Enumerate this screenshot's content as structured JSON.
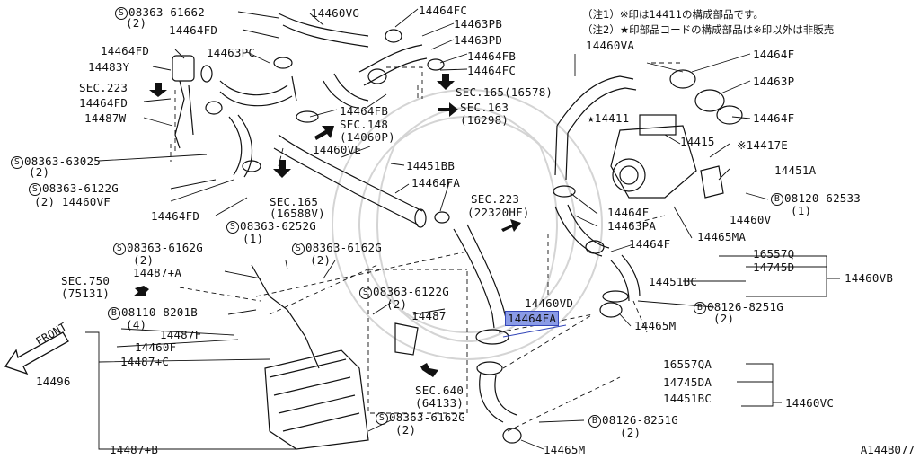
{
  "notes": {
    "note1": "（注1）※印は14411の構成部品です。",
    "note2": "（注2）★印部品コードの構成部品は※印以外は非販売"
  },
  "diagram_code": "A144B077",
  "front_label": "FRONT",
  "highlighted_part": "14464FA",
  "labels": [
    {
      "id": "s08363-61662",
      "text": "08363-61662",
      "prefix": "S"
    },
    {
      "id": "s08363-61662-qty",
      "text": "(2)"
    },
    {
      "id": "14460VG",
      "text": "14460VG"
    },
    {
      "id": "14464FC-top",
      "text": "14464FC"
    },
    {
      "id": "14463PB",
      "text": "14463PB"
    },
    {
      "id": "14463PD",
      "text": "14463PD"
    },
    {
      "id": "14464FD-top",
      "text": "14464FD"
    },
    {
      "id": "14464FD-left",
      "text": "14464FD"
    },
    {
      "id": "14483Y",
      "text": "14483Y"
    },
    {
      "id": "14463PC",
      "text": "14463PC"
    },
    {
      "id": "14464FB-r",
      "text": "14464FB"
    },
    {
      "id": "14464FC-r",
      "text": "14464FC"
    },
    {
      "id": "sec223-left",
      "text": "SEC.223"
    },
    {
      "id": "sec165-a",
      "text": "SEC.165(16578)"
    },
    {
      "id": "14464FD-mid",
      "text": "14464FD"
    },
    {
      "id": "sec163",
      "text": "SEC.163"
    },
    {
      "id": "sec163-code",
      "text": "(16298)"
    },
    {
      "id": "14487W",
      "text": "14487W"
    },
    {
      "id": "14464FB-mid",
      "text": "14464FB"
    },
    {
      "id": "sec148",
      "text": "SEC.148"
    },
    {
      "id": "sec148-code",
      "text": "(14060P)"
    },
    {
      "id": "14460VE",
      "text": "14460VE"
    },
    {
      "id": "s08363-63025",
      "text": "08363-63025",
      "prefix": "S"
    },
    {
      "id": "s08363-63025-qty",
      "text": "(2)"
    },
    {
      "id": "14451BB",
      "text": "14451BB"
    },
    {
      "id": "s08363-6122G-l",
      "text": "08363-6122G",
      "prefix": "S"
    },
    {
      "id": "14460VF",
      "text": "(2) 14460VF"
    },
    {
      "id": "sec165-b",
      "text": "SEC.165"
    },
    {
      "id": "sec165-b-code",
      "text": "(16588V)"
    },
    {
      "id": "14464FA-top",
      "text": "14464FA"
    },
    {
      "id": "14464FD-low",
      "text": "14464FD"
    },
    {
      "id": "s08363-6252G",
      "text": "08363-6252G",
      "prefix": "S"
    },
    {
      "id": "s08363-6252G-qty",
      "text": "(1)"
    },
    {
      "id": "sec223-mid",
      "text": "SEC.223"
    },
    {
      "id": "sec223-mid-code",
      "text": "(22320HF)"
    },
    {
      "id": "s08363-6162G-a",
      "text": "08363-6162G",
      "prefix": "S"
    },
    {
      "id": "s08363-6162G-a-qty",
      "text": "(2)"
    },
    {
      "id": "s08363-6162G-b",
      "text": "08363-6162G",
      "prefix": "S"
    },
    {
      "id": "s08363-6162G-b-qty",
      "text": "(2)"
    },
    {
      "id": "14487A",
      "text": "14487+A"
    },
    {
      "id": "sec750",
      "text": "SEC.750"
    },
    {
      "id": "sec750-code",
      "text": "(75131)"
    },
    {
      "id": "s08363-6122G-m",
      "text": "08363-6122G",
      "prefix": "S"
    },
    {
      "id": "s08363-6122G-m-qty",
      "text": "(2)"
    },
    {
      "id": "14460VD",
      "text": "14460VD"
    },
    {
      "id": "14487",
      "text": "14487"
    },
    {
      "id": "b08110-8201B",
      "text": "08110-8201B",
      "prefix": "B"
    },
    {
      "id": "b08110-8201B-qty",
      "text": "(4)"
    },
    {
      "id": "14487F",
      "text": "14487F"
    },
    {
      "id": "14460F",
      "text": "14460F"
    },
    {
      "id": "14487C",
      "text": "14487+C"
    },
    {
      "id": "14496",
      "text": "14496"
    },
    {
      "id": "sec640",
      "text": "SEC.640"
    },
    {
      "id": "sec640-code",
      "text": "(64133)"
    },
    {
      "id": "s08363-6162G-c",
      "text": "08363-6162G",
      "prefix": "S"
    },
    {
      "id": "s08363-6162G-c-qty",
      "text": "(2)"
    },
    {
      "id": "14487B",
      "text": "14487+B"
    },
    {
      "id": "14465M-bot",
      "text": "14465M"
    },
    {
      "id": "b08126-8251G-bot",
      "text": "08126-8251G",
      "prefix": "B"
    },
    {
      "id": "b08126-8251G-bot-qty",
      "text": "(2)"
    },
    {
      "id": "14460VA",
      "text": "14460VA"
    },
    {
      "id": "14464F-a",
      "text": "14464F"
    },
    {
      "id": "14463P",
      "text": "14463P"
    },
    {
      "id": "14464F-b",
      "text": "14464F"
    },
    {
      "id": "14411",
      "text": "★14411"
    },
    {
      "id": "14415",
      "text": "14415"
    },
    {
      "id": "14417E",
      "text": "※14417E"
    },
    {
      "id": "14451A",
      "text": "14451A"
    },
    {
      "id": "b08120-62533",
      "text": "08120-62533",
      "prefix": "B"
    },
    {
      "id": "b08120-62533-qty",
      "text": "(1)"
    },
    {
      "id": "14464F-c",
      "text": "14464F"
    },
    {
      "id": "14460V",
      "text": "14460V"
    },
    {
      "id": "14463PA",
      "text": "14463PA"
    },
    {
      "id": "14465MA",
      "text": "14465MA"
    },
    {
      "id": "14464F-d",
      "text": "14464F"
    },
    {
      "id": "16557Q",
      "text": "16557Q"
    },
    {
      "id": "14745D",
      "text": "14745D"
    },
    {
      "id": "14460VB",
      "text": "14460VB"
    },
    {
      "id": "14451BC-a",
      "text": "14451BC"
    },
    {
      "id": "b08126-8251G-r",
      "text": "08126-8251G",
      "prefix": "B"
    },
    {
      "id": "b08126-8251G-r-qty",
      "text": "(2)"
    },
    {
      "id": "14465M-r",
      "text": "14465M"
    },
    {
      "id": "16557QA",
      "text": "16557QA"
    },
    {
      "id": "14745DA",
      "text": "14745DA"
    },
    {
      "id": "14451BC-b",
      "text": "14451BC"
    },
    {
      "id": "14460VC",
      "text": "14460VC"
    }
  ],
  "colors": {
    "line": "#111111",
    "highlight_fill": "#8a9be6",
    "highlight_border": "#3346b8",
    "watermark": "#c8c8c8"
  }
}
